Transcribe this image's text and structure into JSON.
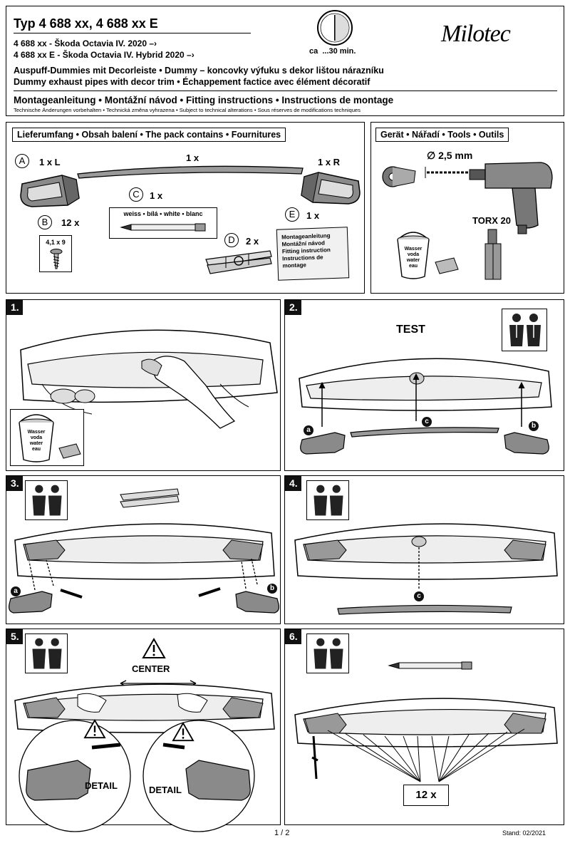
{
  "header": {
    "title": "Typ 4 688 xx, 4 688 xx E",
    "model_line_1": "4 688 xx - Škoda Octavia IV. 2020 –›",
    "model_line_2": "4 688 xx E - Škoda Octavia IV. Hybrid 2020 –›",
    "time": "ca  ...30 min.",
    "brand": "Milotec",
    "desc_line_1": "Auspuff-Dummies mit Decorleiste • Dummy – koncovky výfuku s dekor lištou nárazníku",
    "desc_line_2": "Dummy exhaust pipes with decor trim • Échappement factice avec élément décoratif",
    "instructions": "Montageanleitung • Montážní návod • Fitting instructions • Instructions de montage",
    "disclaimer": "Technische Änderungen vorbehalten • Technická změna vyhrazena • Subject to technical alterations • Sous réserves de modifications techniques"
  },
  "pack": {
    "heading": "Lieferumfang • Obsah balení • The pack contains • Fournitures",
    "letter_a": "A",
    "letter_b": "B",
    "letter_c": "C",
    "letter_d": "D",
    "letter_e": "E",
    "qty_left": "1 x L",
    "qty_trim": "1 x",
    "qty_right": "1 x R",
    "qty_b": "12 x",
    "qty_c": "1 x",
    "qty_d": "2 x",
    "qty_e": "1 x",
    "screw_size": "4,1 x 9",
    "pencil_label": "weiss • bílá • white • blanc",
    "manual_lines": [
      "Montageanleitung",
      "Montážní návod",
      "Fitting instruction",
      "Instructions de montage"
    ]
  },
  "tools": {
    "heading": "Gerät • Nářadí • Tools • Outils",
    "drill_size": "∅ 2,5 mm",
    "torx": "TORX 20",
    "bucket_lines": [
      "Wasser",
      "voda",
      "water",
      "eau"
    ]
  },
  "steps": [
    {
      "num": "1.",
      "bucket_lines": [
        "Wasser",
        "voda",
        "water",
        "eau"
      ]
    },
    {
      "num": "2.",
      "label": "TEST",
      "a": "a",
      "b": "b",
      "c": "c"
    },
    {
      "num": "3.",
      "a": "a",
      "b": "b"
    },
    {
      "num": "4.",
      "c": "c"
    },
    {
      "num": "5.",
      "center": "CENTER",
      "detail_left": "DETAIL",
      "detail_right": "DETAIL"
    },
    {
      "num": "6.",
      "count": "12 x"
    }
  ],
  "footer": {
    "page": "1 / 2",
    "stand": "Stand: 02/2021"
  }
}
